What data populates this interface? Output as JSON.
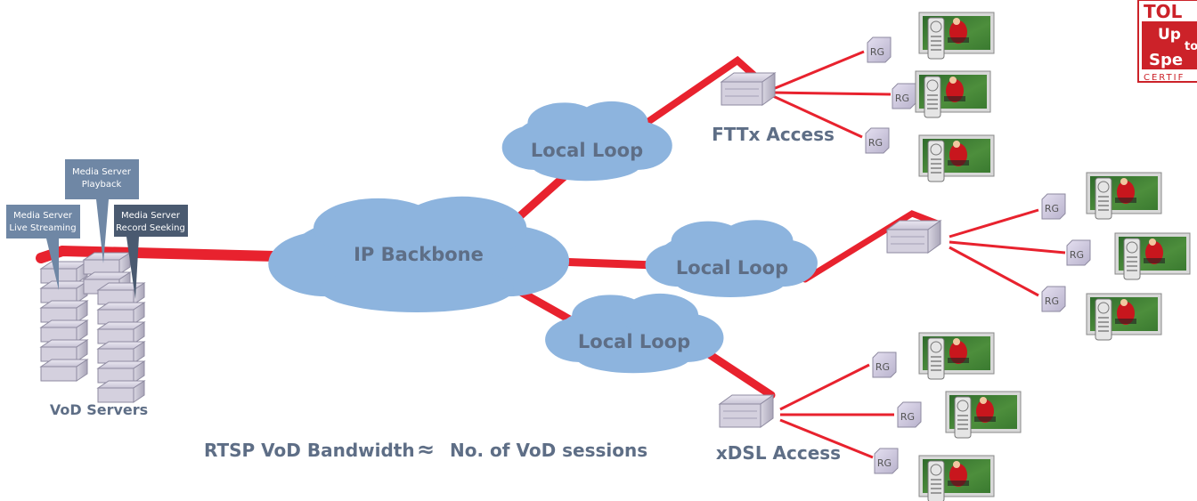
{
  "clouds": {
    "backbone": "IP Backbone",
    "loop_top": "Local Loop",
    "loop_mid": "Local Loop",
    "loop_bot": "Local Loop"
  },
  "servers": {
    "label": "VoD Servers",
    "callouts": [
      {
        "line1": "Media Server",
        "line2": "Playback"
      },
      {
        "line1": "Media Server",
        "line2": "Live Streaming"
      },
      {
        "line1": "Media Server",
        "line2": "Record Seeking"
      }
    ]
  },
  "access": {
    "fttx": "FTTx Access",
    "xdsl": "xDSL Access"
  },
  "rg_label": "RG",
  "formula": {
    "left": "RTSP VoD Bandwidth",
    "symbol": "≈",
    "right": "No. of VoD sessions"
  },
  "logo": {
    "top": "TOL",
    "mid1": "Up",
    "mid2": "to",
    "mid3": "Spe",
    "bottom": "CERTIF",
    "color": "#cc2229"
  },
  "colors": {
    "link": "#e8222e",
    "cloud": "#8db4de",
    "callout_light": "#6f87a5",
    "callout_dark": "#4a5a70"
  }
}
